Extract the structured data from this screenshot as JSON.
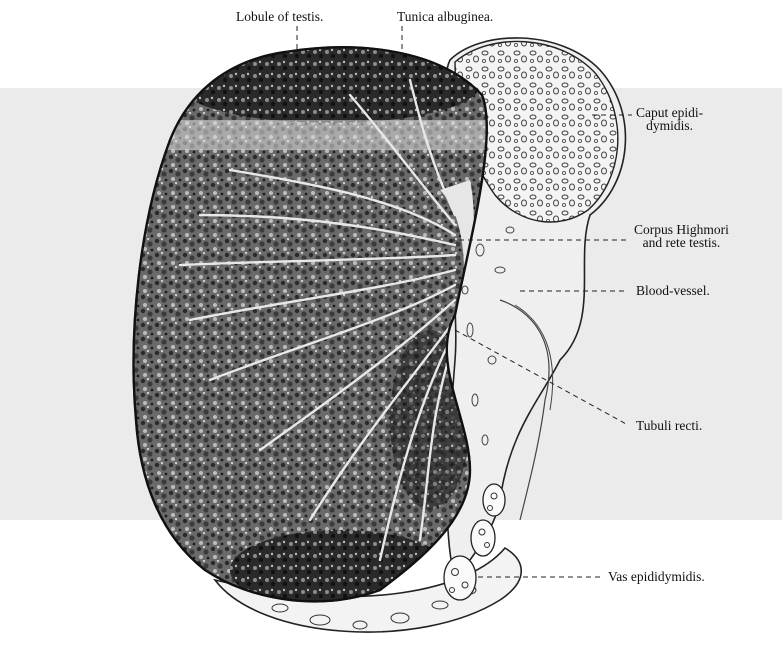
{
  "figure": {
    "labels": {
      "lobule": "Lobule of testis.",
      "tunica": "Tunica albuginea.",
      "caput_line1": "Caput epidi-",
      "caput_line2": "dymidis.",
      "corpus_line1": "Corpus Highmori",
      "corpus_line2": "and rete testis.",
      "blood_vessel": "Blood-vessel.",
      "tubuli": "Tubuli recti.",
      "vas": "Vas epididymidis."
    }
  }
}
